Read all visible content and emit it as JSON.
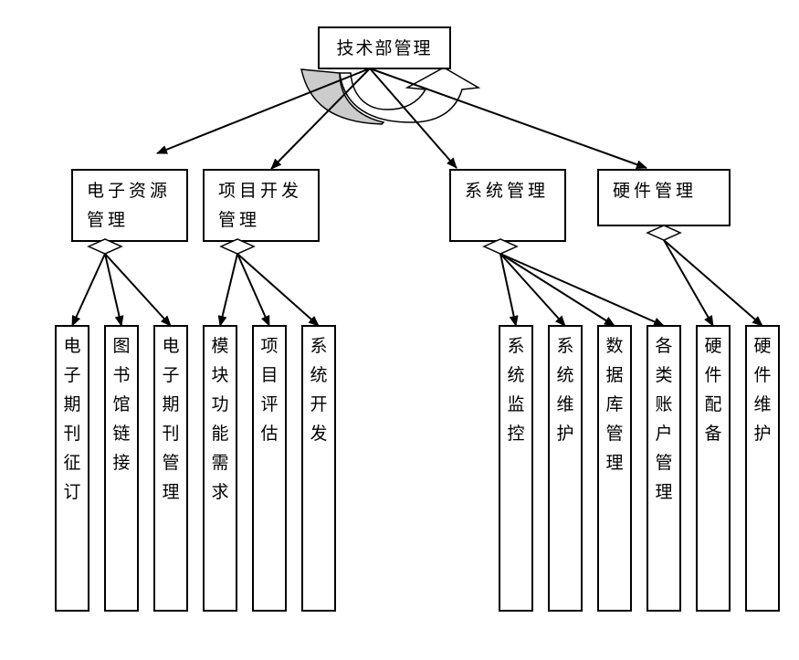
{
  "diagram": {
    "root": {
      "label": "技术部管理"
    },
    "branches": [
      {
        "lines": [
          "电子资源",
          "管理"
        ],
        "leaves": [
          "电子期刊征订",
          "图书馆链接",
          "电子期刊管理"
        ]
      },
      {
        "lines": [
          "项目开发",
          "管理"
        ],
        "leaves": [
          "模块功能需求",
          "项目评估",
          "系统开发"
        ]
      },
      {
        "lines": [
          "系统管理"
        ],
        "leaves": [
          "系统监控",
          "系统维护",
          "数据库管理",
          "各类账户管理"
        ]
      },
      {
        "lines": [
          "硬件管理"
        ],
        "leaves": [
          "硬件配备",
          "硬件维护"
        ]
      }
    ]
  }
}
